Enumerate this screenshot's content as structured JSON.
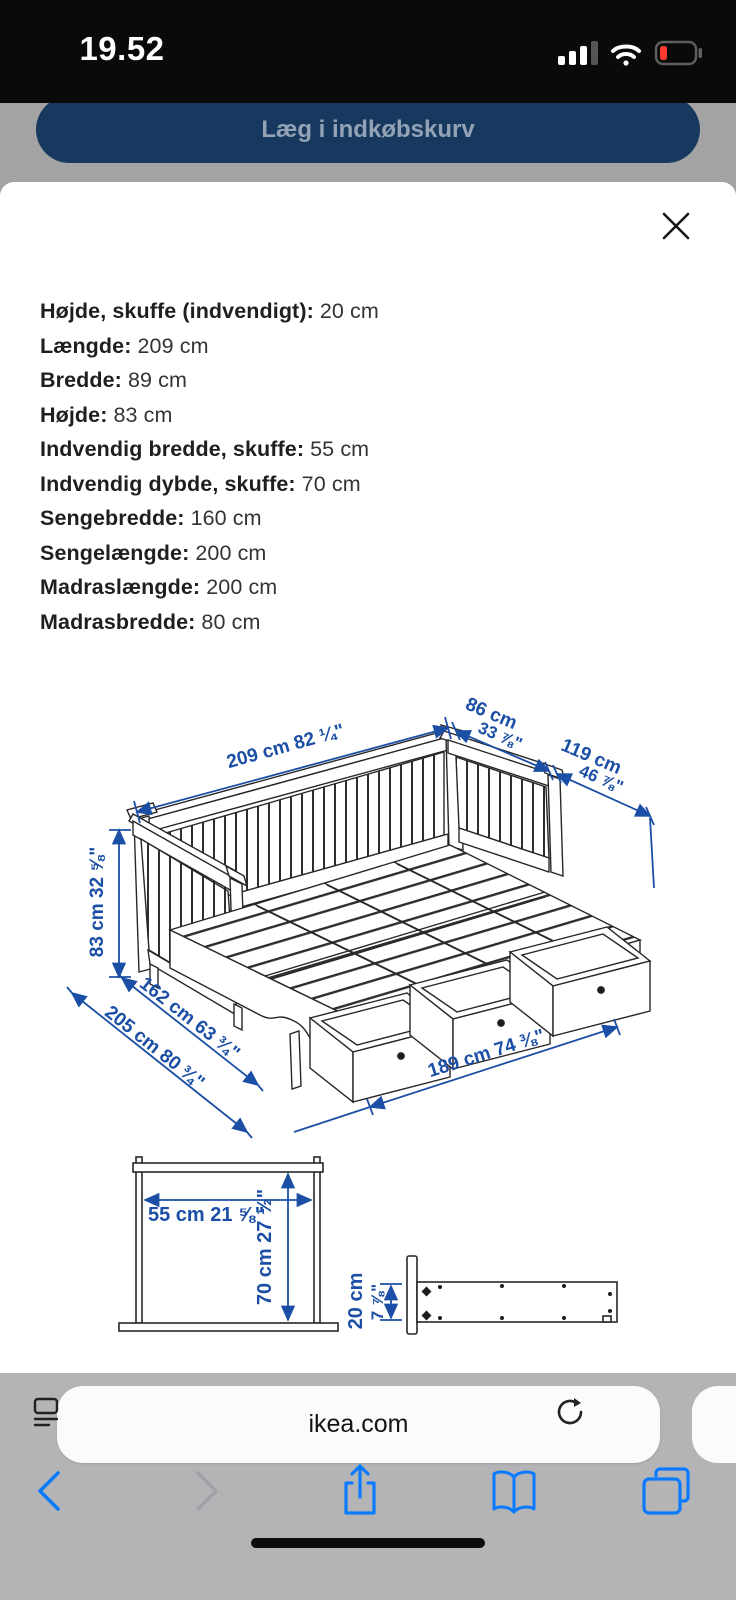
{
  "status_bar": {
    "time": "19.52",
    "icons": [
      "cell-signal",
      "wifi",
      "battery-low"
    ]
  },
  "page_background": {
    "add_to_cart_label": "Læg i indkøbskurv"
  },
  "modal": {
    "close_icon": "close-x",
    "specs": [
      {
        "label": "Højde, skuffe (indvendigt):",
        "value": "20 cm"
      },
      {
        "label": "Længde:",
        "value": "209 cm"
      },
      {
        "label": "Bredde:",
        "value": "89 cm"
      },
      {
        "label": "Højde:",
        "value": "83 cm"
      },
      {
        "label": "Indvendig bredde, skuffe:",
        "value": "55 cm"
      },
      {
        "label": "Indvendig dybde, skuffe:",
        "value": "70 cm"
      },
      {
        "label": "Sengebredde:",
        "value": "160 cm"
      },
      {
        "label": "Sengelængde:",
        "value": "200 cm"
      },
      {
        "label": "Madraslængde:",
        "value": "200 cm"
      },
      {
        "label": "Madrasbredde:",
        "value": "80 cm"
      }
    ]
  },
  "drawing": {
    "dims": {
      "length": "209 cm 82 ¼\"",
      "side_top": "86 cm",
      "side_top_in": "33 ⅞\"",
      "pullout": "119 cm",
      "pullout_in": "46 ⅞\"",
      "height": "83 cm 32 ⅝\"",
      "bed_width": "162 cm 63 ¾\"",
      "total_depth": "205 cm 80 ¾\"",
      "front_length": "189 cm 74 ⅜\"",
      "drawer_width": "55 cm 21 ⅝\"",
      "drawer_depth": "70 cm 27 ½\"",
      "drawer_height": "20 cm",
      "drawer_height_in": "7 ⅞\""
    }
  },
  "browser": {
    "url": "ikea.com",
    "toolbar_icons": [
      "back",
      "forward",
      "share",
      "bookmarks",
      "tabs"
    ],
    "url_icons": [
      "reader",
      "reload"
    ]
  },
  "colors": {
    "dimension_blue": "#1b4fa5",
    "ikea_button_navy": "#17395f",
    "ios_accent_blue": "#0a7aff",
    "battery_low_red": "#ff3b30",
    "chrome_gray": "#b4b4b7"
  }
}
